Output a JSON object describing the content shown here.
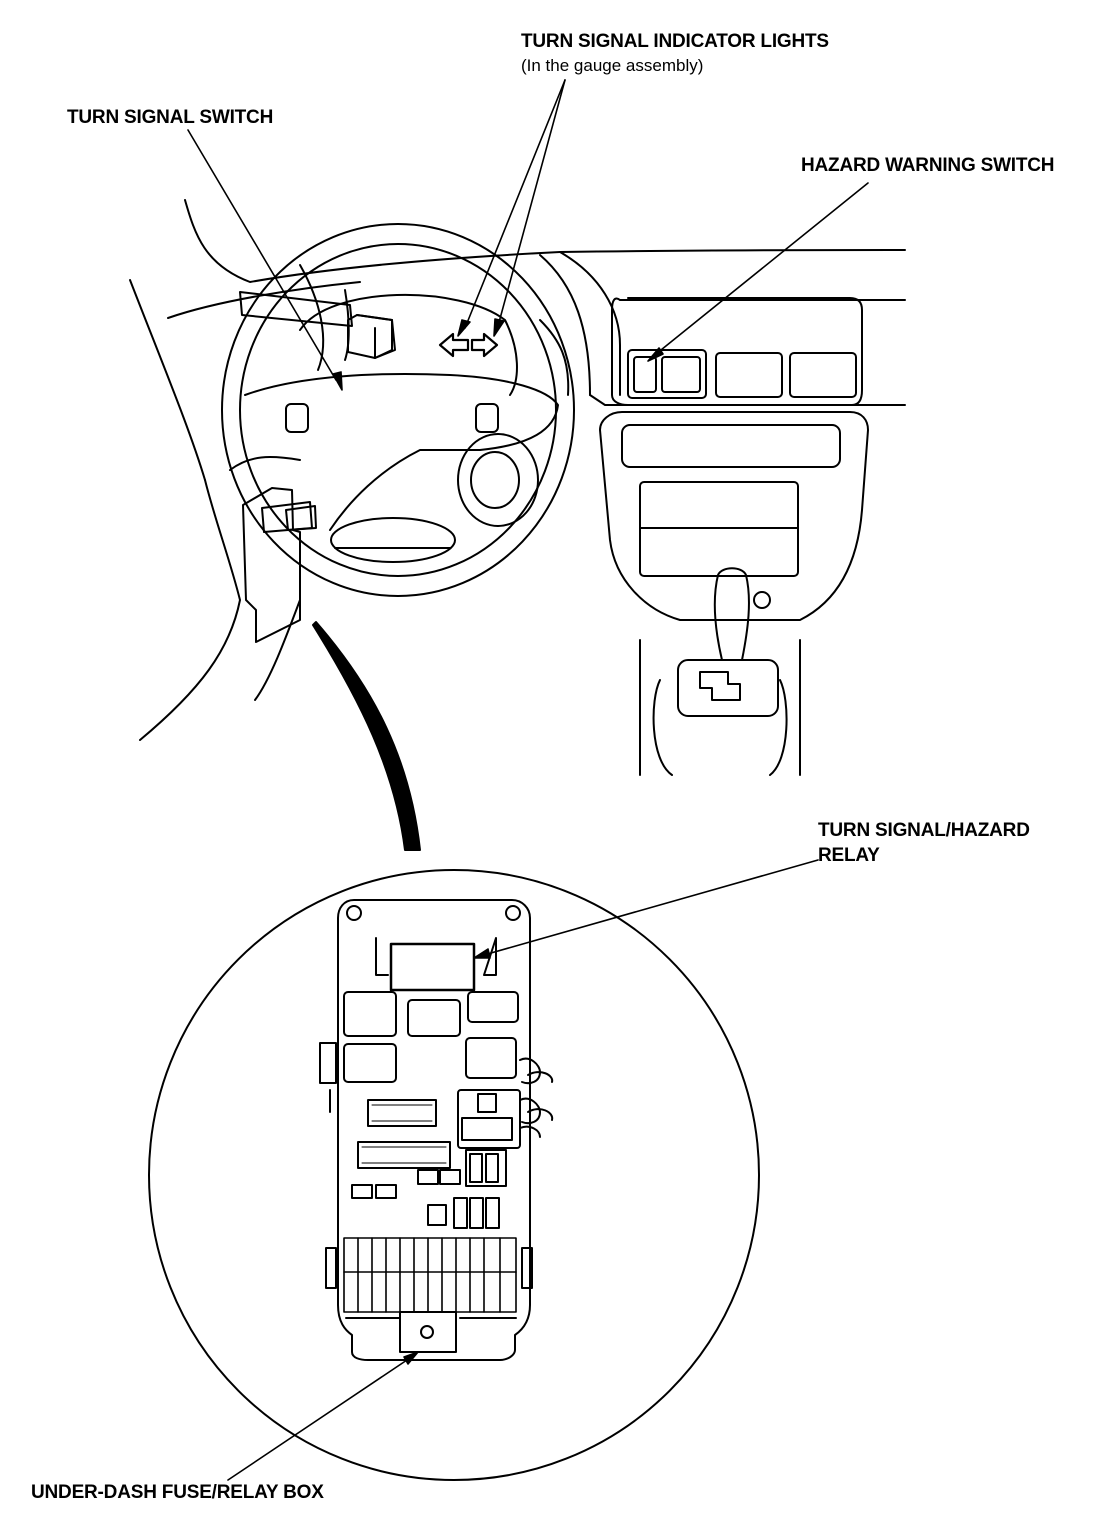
{
  "labels": {
    "turn_signal_indicator_lights": "TURN SIGNAL INDICATOR LIGHTS",
    "turn_signal_indicator_lights_note": "(In the gauge assembly)",
    "turn_signal_switch": "TURN SIGNAL SWITCH",
    "hazard_warning_switch": "HAZARD WARNING SWITCH",
    "turn_signal_hazard_relay_line1": "TURN SIGNAL/HAZARD",
    "turn_signal_hazard_relay_line2": "RELAY",
    "under_dash_fuse_relay_box": "UNDER-DASH FUSE/RELAY BOX"
  },
  "colors": {
    "ink": "#000000",
    "paper": "#ffffff"
  }
}
